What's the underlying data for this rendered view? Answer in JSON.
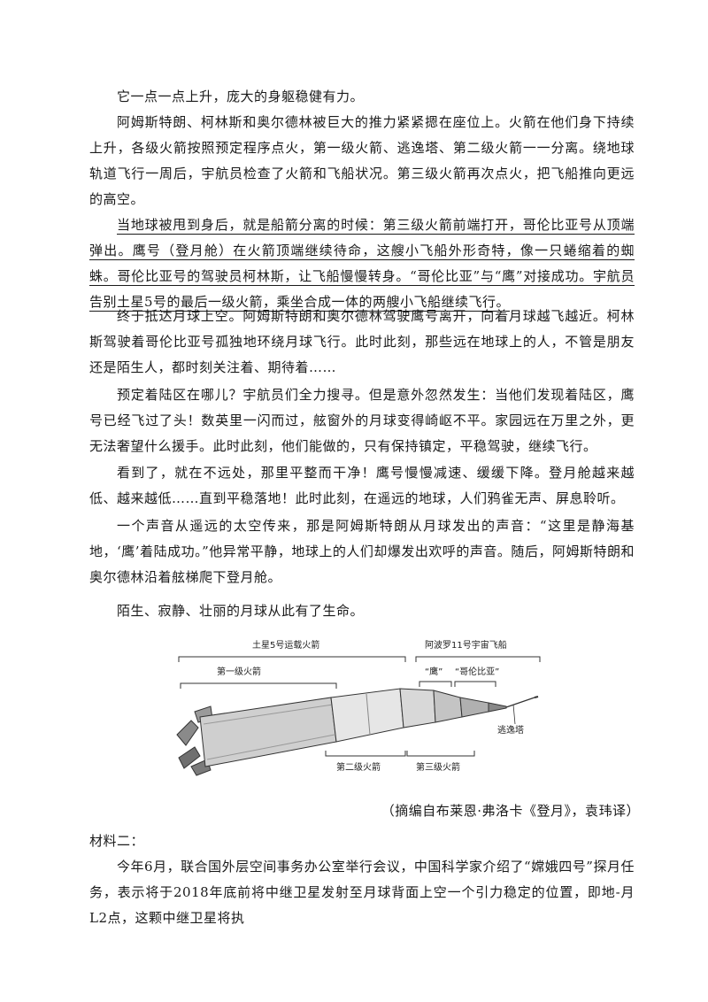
{
  "paragraphs": [
    "它一点一点上升，庞大的身躯稳健有力。",
    "阿姆斯特朗、柯林斯和奥尔德林被巨大的推力紧紧摁在座位上。火箭在他们身下持续上升，各级火箭按照预定程序点火，第一级火箭、逃逸塔、第二级火箭一一分离。绕地球轨道飞行一周后，宇航员检查了火箭和飞船状况。第三级火箭再次点火，把飞船推向更远的高空。",
    "当地球被甩到身后，就是船箭分离的时候：第三级火箭前端打开，哥伦比亚号从顶端弹出。鹰号（登月舱）在火箭顶端继续待命，这艘小飞船外形奇特，像一只蜷缩着的蜘蛛。哥伦比亚号的驾驶员柯林斯，让飞船慢慢转身。“哥伦比亚”与“鹰”对接成功。宇航员告别土星5号的最后一级火箭，乘坐合成一体的两艘小飞船继续飞行。",
    "终于抵达月球上空。阿姆斯特朗和奥尔德林驾驶鹰号离开，向着月球越飞越近。柯林斯驾驶着哥伦比亚号孤独地环绕月球飞行。此时此刻，那些远在地球上的人，不管是朋友还是陌生人，都时刻关注着、期待着……",
    "预定着陆区在哪儿？宇航员们全力搜寻。但是意外忽然发生：当他们发现着陆区，鹰号已经飞过了头！数英里一闪而过，舷窗外的月球变得崎岖不平。家园远在万里之外，更无法奢望什么援手。此时此刻，他们能做的，只有保持镇定，平稳驾驶，继续飞行。",
    "看到了，就在不远处，那里平整而干净！鹰号慢慢减速、缓缓下降。登月舱越来越低、越来越低……直到平稳落地！此时此刻，在遥远的地球，人们鸦雀无声、屏息聆听。",
    "一个声音从遥远的太空传来，那是阿姆斯特朗从月球发出的声音：“这里是静海基地，‘鹰’着陆成功。”他异常平静，地球上的人们却爆发出欢呼的声音。随后，阿姆斯特朗和奥尔德林沿着舷梯爬下登月舱。",
    "陌生、寂静、壮丽的月球从此有了生命。"
  ],
  "figure": {
    "label_saturn": "土星5号运载火箭",
    "label_apollo": "阿波罗11号宇宙飞船",
    "label_stage1": "第一级火箭",
    "label_eagle": "“鹰”",
    "label_columbia": "“哥伦比亚”",
    "label_escape": "逃逸塔",
    "label_stage2": "第二级火箭",
    "label_stage3": "第三级火箭"
  },
  "citation": "（摘编自布莱恩·弗洛卡《登月》，袁玮译）",
  "material2": {
    "heading": "材料二：",
    "text": "今年6月，联合国外层空间事务办公室举行会议，中国科学家介绍了“嫦娥四号”探月任务，表示将于2018年底前将中继卫星发射至月球背面上空一个引力稳定的位置，即地-月 L2点，这颗中继卫星将执"
  }
}
